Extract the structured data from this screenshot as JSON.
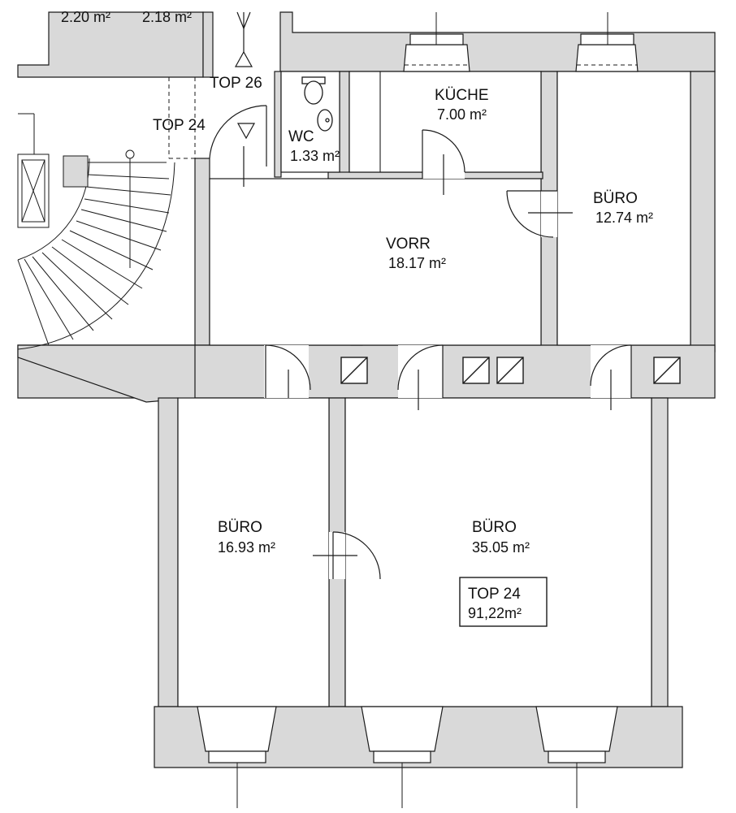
{
  "plan": {
    "colors": {
      "wall_fill": "#d9d9d9",
      "line": "#1a1a1a",
      "background": "#ffffff"
    },
    "labels": {
      "top_neighbor_area_1": "2.20 m²",
      "top_neighbor_area_2": "2.18 m²",
      "top26": "TOP 26",
      "top24_corridor": "TOP 24",
      "wc_name": "WC",
      "wc_area": "1.33 m²",
      "kueche_name": "KÜCHE",
      "kueche_area": "7.00 m²",
      "buero_ne_name": "BÜRO",
      "buero_ne_area": "12.74 m²",
      "vorr_name": "VORR",
      "vorr_area": "18.17 m²",
      "buero_sw_name": "BÜRO",
      "buero_sw_area": "16.93 m²",
      "buero_s_name": "BÜRO",
      "buero_s_area": "35.05 m²",
      "unit_name": "TOP 24",
      "unit_area": "91,22m²"
    }
  }
}
